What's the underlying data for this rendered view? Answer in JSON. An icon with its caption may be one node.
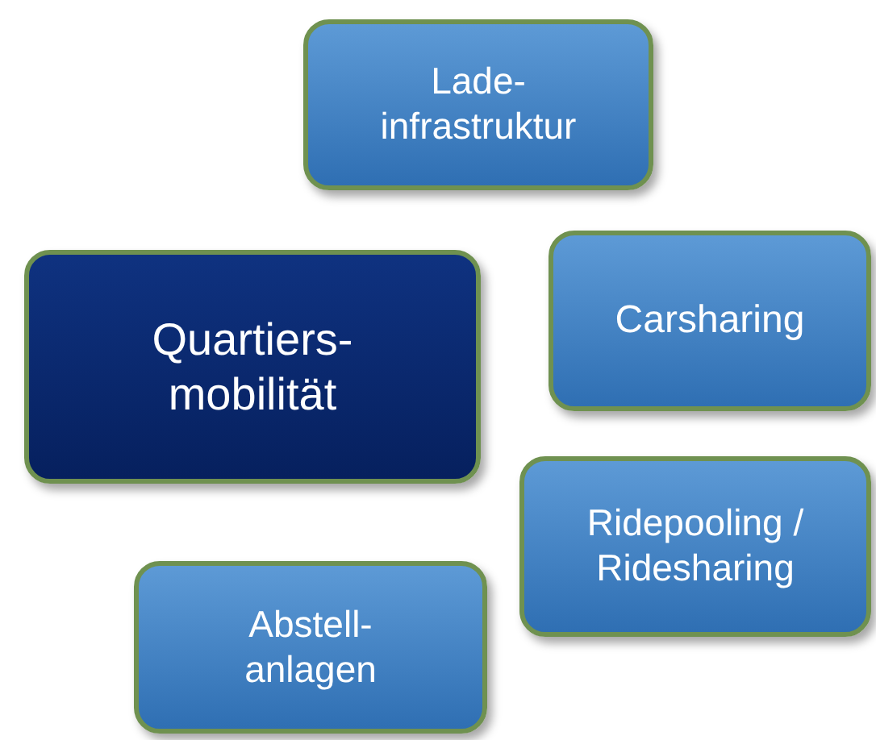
{
  "diagram": {
    "nodes": [
      {
        "text": [
          "Lade- infrastruktur"
        ]
      },
      {
        "text": [
          "Quartiers- mobilität"
        ]
      },
      {
        "text": [
          "Carsharing"
        ]
      },
      {
        "text": [
          "Ridepooling / Ridesharing"
        ]
      },
      {
        "text": [
          "Abstell- anlagen"
        ]
      }
    ],
    "edges": []
  }
}
